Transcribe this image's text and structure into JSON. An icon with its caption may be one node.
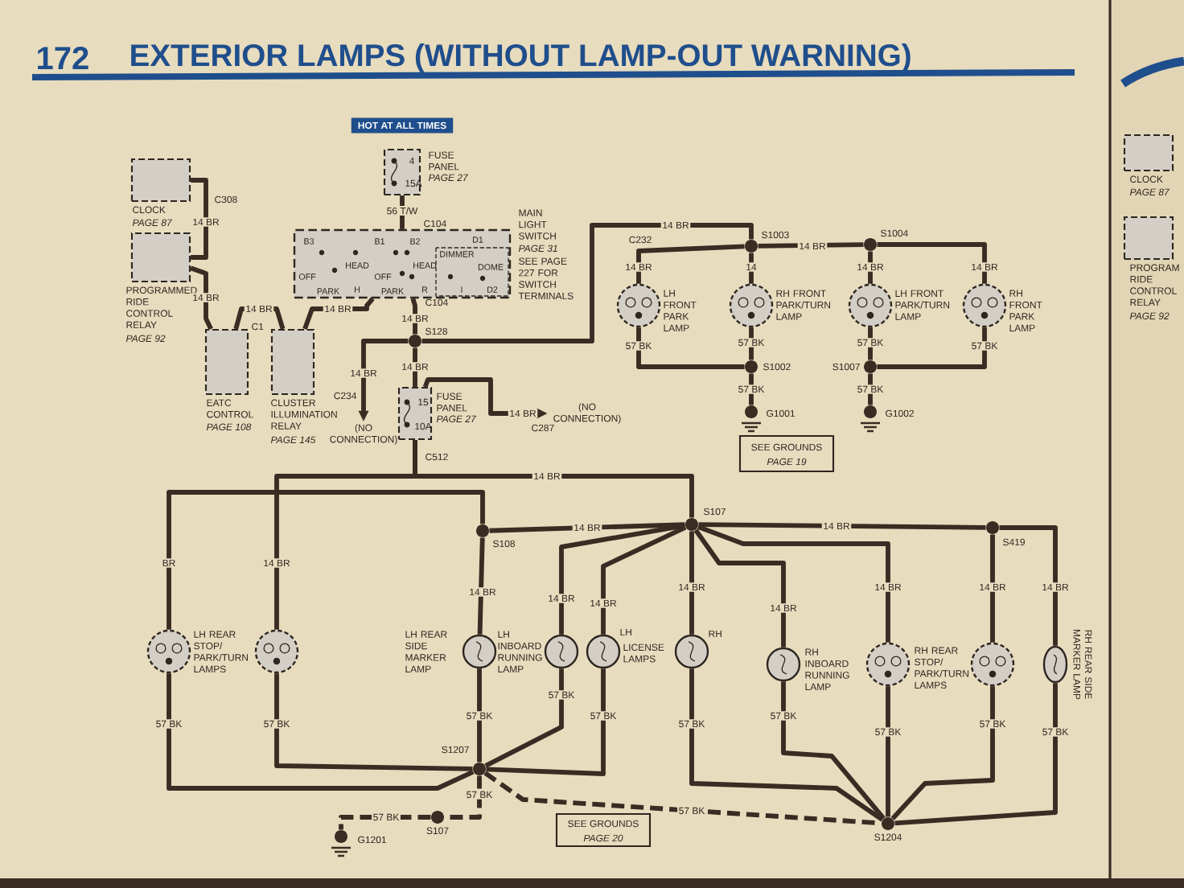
{
  "diagram": {
    "title": "EXTERIOR LAMPS (WITHOUT LAMP-OUT WARNING)",
    "nodes": [
      {
        "text": [
          "CLOCK",
          "PAGE 87"
        ]
      },
      {
        "text": [
          "PROGRAMMED RIDE CONTROL RELAY",
          "PAGE 92"
        ]
      },
      {
        "text": [
          "EATC CONTROL",
          "PAGE 108"
        ]
      },
      {
        "text": [
          "CLUSTER ILLUMINATION RELAY",
          "PAGE 145"
        ]
      },
      {
        "text": [
          "HOT AT ALL TIMES"
        ]
      },
      {
        "text": [
          "4",
          "15A"
        ],
        "beside": [
          "FUSE PANEL",
          "PAGE 27"
        ]
      },
      {
        "text": [
          "B3",
          "B1",
          "B2",
          "D1",
          "DIMMER",
          "DOME",
          "OFF",
          "HEAD",
          "OFF",
          "HEAD",
          "PARK",
          "H",
          "PARK",
          "R",
          "I",
          "D2"
        ],
        "beside": [
          "MAIN LIGHT SWITCH",
          "PAGE 31",
          "SEE PAGE 227 FOR SWITCH TERMINALS"
        ]
      },
      {
        "text": [
          "15",
          "10A"
        ],
        "beside": [
          "FUSE PANEL",
          "PAGE 27"
        ]
      },
      {
        "text": [],
        "shape": "circle",
        "beside": [
          "S128"
        ]
      },
      {
        "text": [
          "(NO CONNECTION)"
        ]
      },
      {
        "text": [
          "(NO CONNECTION)"
        ]
      },
      {
        "text": [],
        "shape": "lamp",
        "beside": [
          "LH FRONT PARK LAMP"
        ]
      },
      {
        "text": [],
        "shape": "lamp",
        "beside": [
          "RH FRONT PARK/TURN LAMP"
        ]
      },
      {
        "text": [],
        "shape": "lamp",
        "beside": [
          "LH FRONT PARK/TURN LAMP"
        ]
      },
      {
        "text": [],
        "shape": "lamp",
        "beside": [
          "RH FRONT PARK LAMP"
        ]
      },
      {
        "text": [],
        "shape": "circle",
        "beside": [
          "S1003"
        ]
      },
      {
        "text": [],
        "shape": "circle",
        "beside": [
          "S1004"
        ]
      },
      {
        "text": [],
        "shape": "circle",
        "beside": [
          "S1002"
        ]
      },
      {
        "text": [],
        "shape": "circle",
        "beside": [
          "S1007"
        ]
      },
      {
        "text": [],
        "shape": "ground",
        "beside": [
          "G1001"
        ]
      },
      {
        "text": [],
        "shape": "ground",
        "beside": [
          "G1002"
        ]
      },
      {
        "text": [
          "SEE GROUNDS",
          "PAGE 19"
        ]
      },
      {
        "text": [],
        "shape": "lamp",
        "beside": [
          "LH REAR STOP/ PARK/TURN LAMPS"
        ]
      },
      {
        "text": [],
        "shape": "lamp"
      },
      {
        "text": [],
        "shape": "lamp",
        "beside": [
          "LH REAR SIDE MARKER LAMP"
        ]
      },
      {
        "text": [],
        "shape": "lamp",
        "beside": [
          "LH INBOARD RUNNING LAMP"
        ]
      },
      {
        "text": [],
        "shape": "lamp",
        "beside": [
          "LH",
          "LICENSE LAMPS"
        ]
      },
      {
        "text": [],
        "shape": "lamp",
        "beside": [
          "RH"
        ]
      },
      {
        "text": [],
        "shape": "lamp",
        "beside": [
          "RH INBOARD RUNNING LAMP"
        ]
      },
      {
        "text": [],
        "shape": "lamp",
        "beside": [
          "RH REAR STOP/ PARK/TURN LAMPS"
        ]
      },
      {
        "text": [],
        "shape": "lamp"
      },
      {
        "text": [],
        "shape": "lamp",
        "beside": [
          "RH REAR SIDE MARKER LAMP"
        ]
      },
      {
        "text": [],
        "shape": "circle",
        "beside": [
          "S108"
        ]
      },
      {
        "text": [],
        "shape": "circle",
        "beside": [
          "S107"
        ]
      },
      {
        "text": [],
        "shape": "circle",
        "beside": [
          "S419"
        ]
      },
      {
        "text": [],
        "shape": "circle",
        "beside": [
          "S1207"
        ]
      },
      {
        "text": [],
        "shape": "circle",
        "beside": [
          "S107"
        ]
      },
      {
        "text": [],
        "shape": "ground",
        "beside": [
          "G1201"
        ]
      },
      {
        "text": [],
        "shape": "circle",
        "beside": [
          "S1204"
        ]
      },
      {
        "text": [
          "SEE GROUNDS",
          "PAGE 20"
        ]
      },
      {
        "text": [
          "CLOCK",
          "PAGE 87"
        ]
      },
      {
        "text": [
          "PROGRAM RIDE CONTROL RELAY",
          "PAGE 92"
        ]
      }
    ],
    "edges": [
      {
        "from": 0,
        "to": 1,
        "arrow": "none",
        "label": "14 BR"
      },
      {
        "from": 1,
        "to": 2,
        "arrow": "none",
        "label": "14 BR"
      },
      {
        "from": 2,
        "to": 3,
        "arrow": "none",
        "label": "14 BR"
      },
      {
        "from": 3,
        "to": 6,
        "arrow": "none",
        "label": "14 BR"
      },
      {
        "from": 5,
        "to": 6,
        "arrow": "none",
        "label": "56 T/W"
      },
      {
        "from": 6,
        "to": 8,
        "arrow": "none",
        "label": "14 BR"
      },
      {
        "from": 8,
        "to": 9,
        "arrow": "to",
        "label": "14 BR"
      },
      {
        "from": 8,
        "to": 7,
        "arrow": "none",
        "label": "14 BR"
      },
      {
        "from": 7,
        "to": 10,
        "arrow": "to",
        "label": "14 BR"
      },
      {
        "from": 8,
        "to": 15,
        "arrow": "none",
        "label": "14 BR"
      },
      {
        "from": 15,
        "to": 11,
        "arrow": "none",
        "label": "14 BR"
      },
      {
        "from": 15,
        "to": 12,
        "arrow": "none",
        "label": "14"
      },
      {
        "from": 15,
        "to": 16,
        "arrow": "none",
        "label": "14 BR"
      },
      {
        "from": 16,
        "to": 13,
        "arrow": "none",
        "label": "14 BR"
      },
      {
        "from": 16,
        "to": 14,
        "arrow": "none",
        "label": "14 BR"
      },
      {
        "from": 11,
        "to": 17,
        "arrow": "none",
        "label": "57 BK"
      },
      {
        "from": 12,
        "to": 17,
        "arrow": "none",
        "label": "57 BK"
      },
      {
        "from": 17,
        "to": 19,
        "arrow": "none",
        "label": "57 BK",
        "style": "dashed"
      },
      {
        "from": 13,
        "to": 18,
        "arrow": "none",
        "label": "57 BK"
      },
      {
        "from": 14,
        "to": 18,
        "arrow": "none",
        "label": "57 BK"
      },
      {
        "from": 18,
        "to": 20,
        "arrow": "none",
        "label": "57 BK",
        "style": "dashed"
      },
      {
        "from": 7,
        "to": 23,
        "arrow": "none",
        "label": "14 BR"
      },
      {
        "from": 7,
        "to": 33,
        "arrow": "none",
        "label": "14 BR"
      },
      {
        "from": 32,
        "to": 33,
        "arrow": "none",
        "label": "14 BR"
      },
      {
        "from": 32,
        "to": 22,
        "arrow": "none",
        "label": "BR"
      },
      {
        "from": 32,
        "to": 24,
        "arrow": "none",
        "label": "14 BR"
      },
      {
        "from": 33,
        "to": 25,
        "arrow": "none",
        "label": "14 BR"
      },
      {
        "from": 33,
        "to": 26,
        "arrow": "none",
        "label": "14 BR"
      },
      {
        "from": 33,
        "to": 27,
        "arrow": "none",
        "label": "14 BR"
      },
      {
        "from": 33,
        "to": 28,
        "arrow": "none",
        "label": "14 BR"
      },
      {
        "from": 33,
        "to": 29,
        "arrow": "none",
        "label": "14 BR"
      },
      {
        "from": 33,
        "to": 34,
        "arrow": "none",
        "label": "14 BR"
      },
      {
        "from": 34,
        "to": 30,
        "arrow": "none",
        "label": "14 BR"
      },
      {
        "from": 34,
        "to": 31,
        "arrow": "none",
        "label": "14 BR"
      },
      {
        "from": 22,
        "to": 35,
        "arrow": "none",
        "label": "57 BK"
      },
      {
        "from": 23,
        "to": 35,
        "arrow": "none",
        "label": "57 BK"
      },
      {
        "from": 24,
        "to": 35,
        "arrow": "none",
        "label": "57 BK"
      },
      {
        "from": 25,
        "to": 35,
        "arrow": "none",
        "label": "57 BK"
      },
      {
        "from": 26,
        "to": 35,
        "arrow": "none",
        "label": "57 BK"
      },
      {
        "from": 35,
        "to": 36,
        "arrow": "none",
        "label": "57 BK",
        "style": "dashed"
      },
      {
        "from": 36,
        "to": 37,
        "arrow": "none",
        "label": "57 BK",
        "style": "dashed"
      },
      {
        "from": 35,
        "to": 38,
        "arrow": "none",
        "label": "57 BK",
        "style": "dashed"
      },
      {
        "from": 27,
        "to": 38,
        "arrow": "none",
        "label": "57 BK"
      },
      {
        "from": 28,
        "to": 38,
        "arrow": "none",
        "label": "57 BK"
      },
      {
        "from": 29,
        "to": 38,
        "arrow": "none",
        "label": "57 BK"
      },
      {
        "from": 30,
        "to": 38,
        "arrow": "none",
        "label": "57 BK"
      },
      {
        "from": 31,
        "to": 38,
        "arrow": "none",
        "label": "57 BK"
      }
    ],
    "labels": [
      "172",
      "C308",
      "C1",
      "C104",
      "C104",
      "C234",
      "C287",
      "C232",
      "C512"
    ]
  }
}
